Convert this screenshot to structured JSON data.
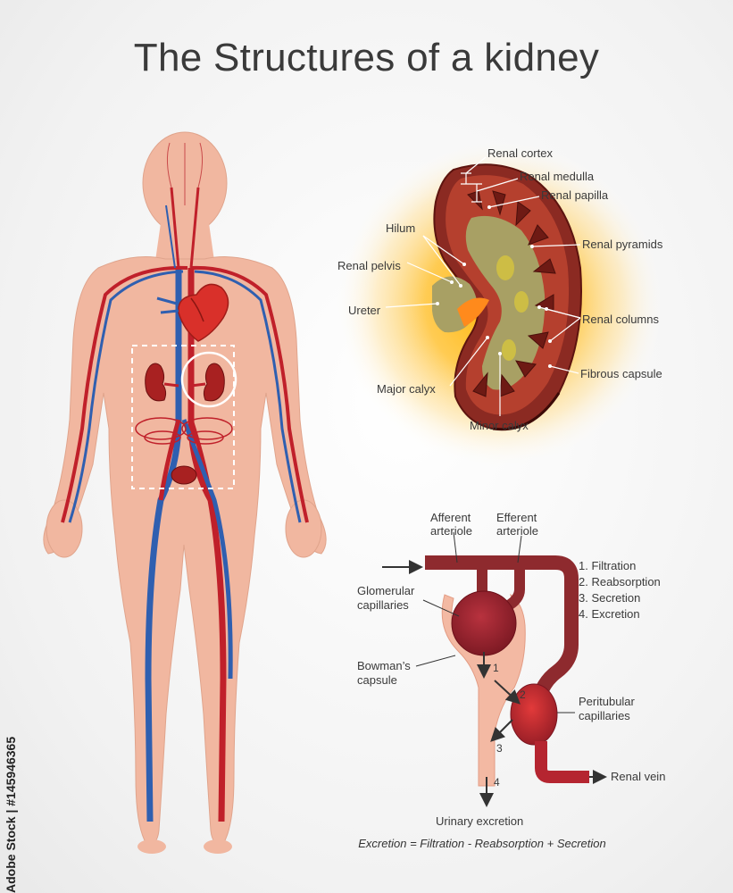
{
  "title": "The Structures of a kidney",
  "kidney_labels": {
    "renal_cortex": "Renal cortex",
    "renal_medulla": "Renal medulla",
    "renal_papilla": "Renal papilla",
    "hilum": "Hilum",
    "renal_pyramids": "Renal pyramids",
    "renal_pelvis": "Renal pelvis",
    "ureter": "Ureter",
    "renal_columns": "Renal columns",
    "fibrous_capsule": "Fibrous capsule",
    "major_calyx": "Major calyx",
    "minor_calyx": "Minor calyx"
  },
  "nephron_labels": {
    "afferent_line1": "Afferent",
    "afferent_line2": "arteriole",
    "efferent_line1": "Efferent",
    "efferent_line2": "arteriole",
    "glomerular_line1": "Glomerular",
    "glomerular_line2": "capillaries",
    "bowman_line1": "Bowman’s",
    "bowman_line2": "capsule",
    "peritubular_line1": "Peritubular",
    "peritubular_line2": "capillaries",
    "renal_vein": "Renal vein",
    "urinary_excretion": "Urinary excretion",
    "step_1": "1",
    "step_2": "2",
    "step_3": "3",
    "step_4": "4"
  },
  "process_list": [
    "1. Filtration",
    "2. Reabsorption",
    "3. Secretion",
    "4. Excretion"
  ],
  "formula": "Excretion = Filtration - Reabsorption + Secretion",
  "credit": "Adobe Stock | #145946365",
  "colors": {
    "skin": "#f1b7a0",
    "artery": "#c0202a",
    "vein": "#2f5fb0",
    "kidney_outer": "#8b2a22",
    "kidney_inner": "#a8a064",
    "glow": "#ffb300",
    "nephron_red": "#a52a35",
    "capsule_pink": "#f3b9a3"
  }
}
